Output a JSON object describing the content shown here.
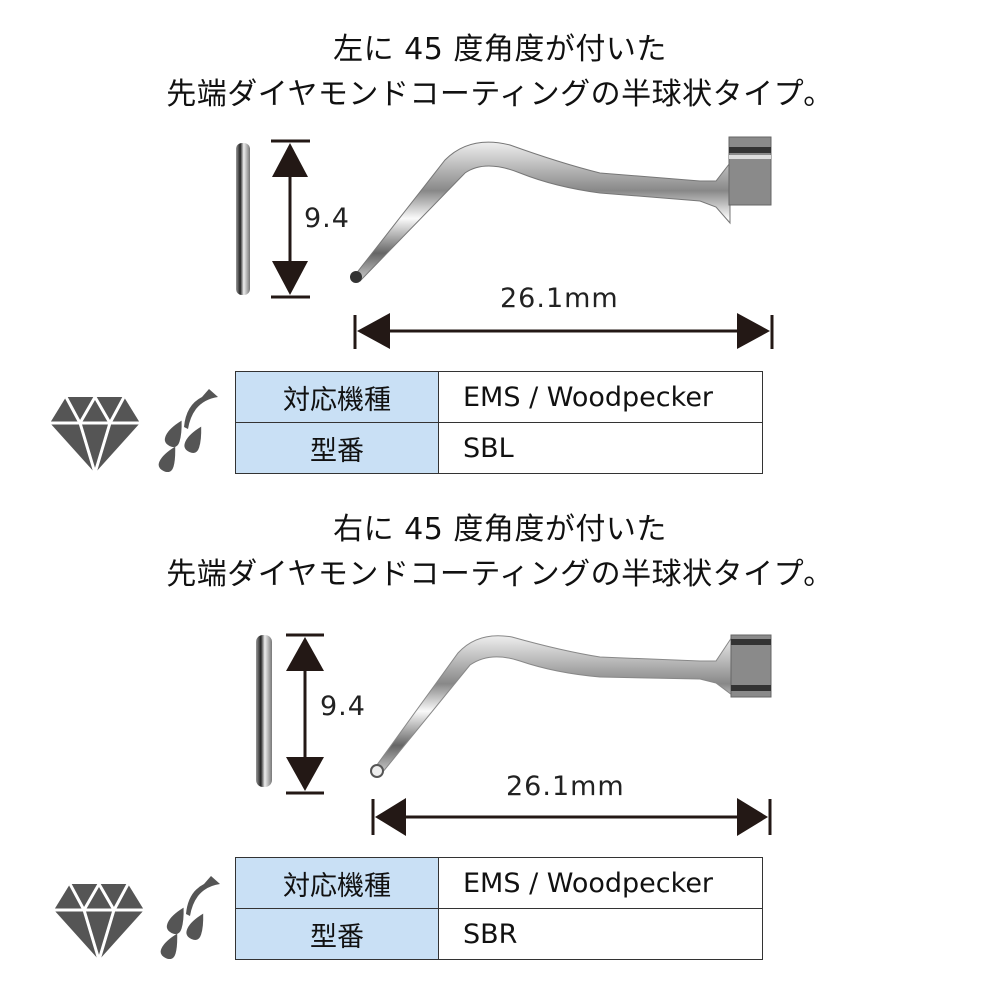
{
  "products": [
    {
      "title_lines": [
        "左に 45 度角度が付いた",
        "先端ダイヤモンドコーティングの半球状タイプ。"
      ],
      "height_dim": "9.4",
      "length_dim": "26.1mm",
      "spec": [
        {
          "label": "対応機種",
          "value": "EMS / Woodpecker"
        },
        {
          "label": "型番",
          "value": "SBL"
        }
      ],
      "icons": [
        "diamond-icon",
        "water-drops-icon"
      ]
    },
    {
      "title_lines": [
        "右に 45 度角度が付いた",
        "先端ダイヤモンドコーティングの半球状タイプ。"
      ],
      "height_dim": "9.4",
      "length_dim": "26.1mm",
      "spec": [
        {
          "label": "対応機種",
          "value": "EMS / Woodpecker"
        },
        {
          "label": "型番",
          "value": "SBR"
        }
      ],
      "icons": [
        "diamond-icon",
        "water-drops-icon"
      ]
    }
  ],
  "colors": {
    "header_cell": "#c9e0f5",
    "icon_gray": "#555555",
    "dimension_line": "#231815"
  }
}
